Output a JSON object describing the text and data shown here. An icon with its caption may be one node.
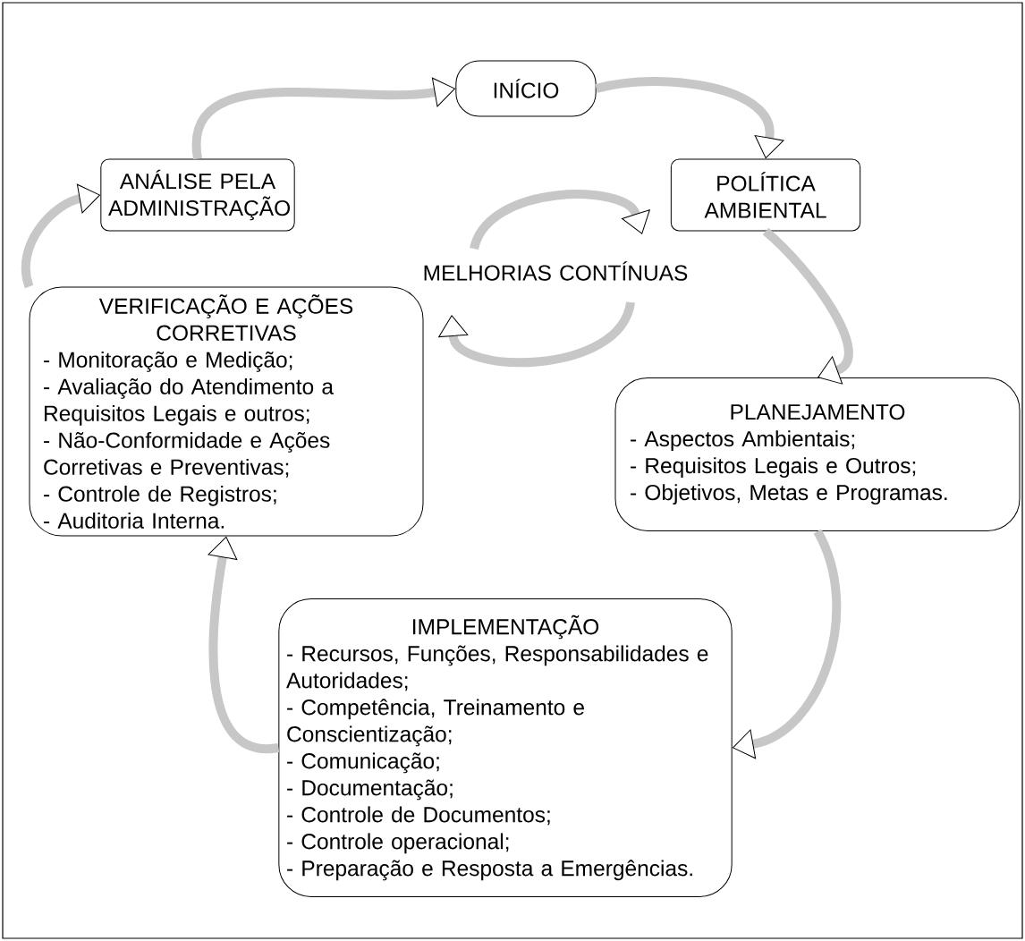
{
  "diagram": {
    "nodes": [
      {
        "text": [
          "INÍCIO"
        ]
      },
      {
        "text": [
          "ANÁLISE PELA ADMINISTRAÇÃO"
        ]
      },
      {
        "text": [
          "POLÍTICA AMBIENTAL"
        ]
      },
      {
        "text": [
          "MELHORIAS CONTÍNUAS"
        ]
      },
      {
        "text": [
          "VERIFICAÇÃO E AÇÕES CORRETIVAS",
          "- Monitoração e Medição;",
          "- Avaliação do Atendimento a Requisitos Legais e outros;",
          "- Não-Conformidade e Ações Corretivas e Preventivas;",
          "- Controle de Registros;",
          "- Auditoria Interna."
        ]
      },
      {
        "text": [
          "PLANEJAMENTO",
          "- Aspectos Ambientais;",
          "- Requisitos Legais e Outros;",
          "- Objetivos, Metas e Programas."
        ]
      },
      {
        "text": [
          "IMPLEMENTAÇÃO",
          "- Recursos, Funções, Responsabilidades e Autoridades;",
          "- Competência, Treinamento e Conscientização;",
          "- Comunicação;",
          "- Documentação;",
          "- Controle de Documentos;",
          "- Controle operacional;",
          "- Preparação e Resposta a Emergências."
        ]
      }
    ],
    "edges": [
      {
        "from": 0,
        "to": 2,
        "arrow": "to"
      },
      {
        "from": 2,
        "to": 5,
        "arrow": "to"
      },
      {
        "from": 5,
        "to": 6,
        "arrow": "to"
      },
      {
        "from": 6,
        "to": 4,
        "arrow": "to"
      },
      {
        "from": 4,
        "to": 1,
        "arrow": "to"
      },
      {
        "from": 1,
        "to": 0,
        "arrow": "to"
      }
    ]
  }
}
